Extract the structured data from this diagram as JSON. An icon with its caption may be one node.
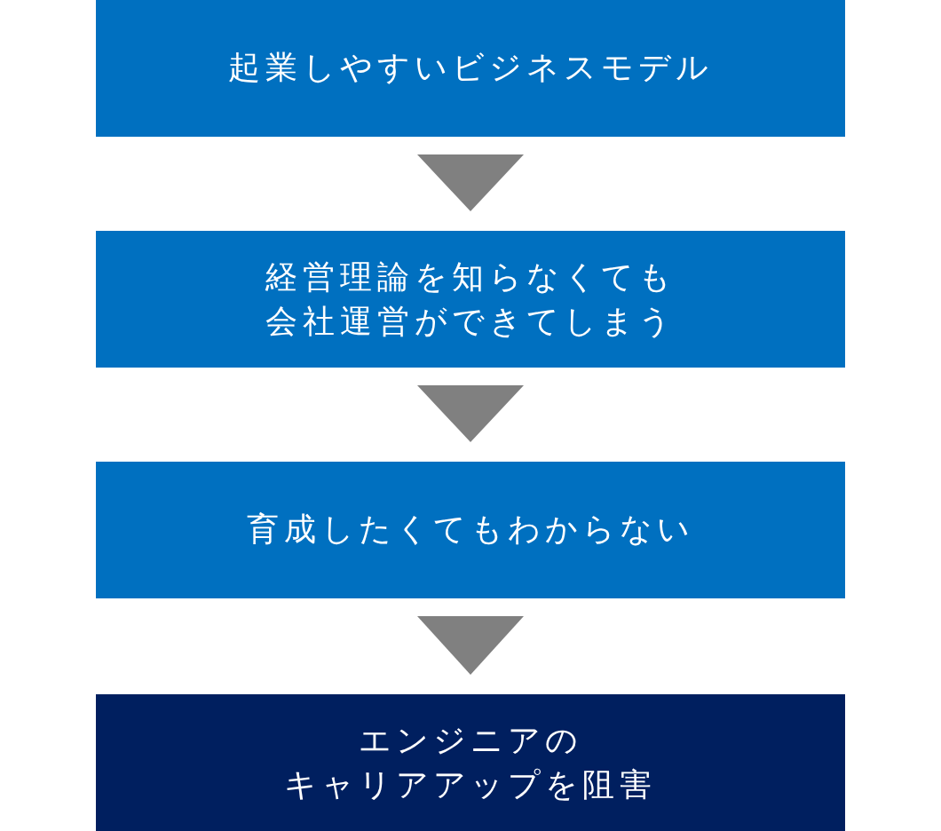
{
  "diagram": {
    "nodes": [
      {
        "text": [
          "起業しやすいビジネスモデル"
        ]
      },
      {
        "text": [
          "経営理論を知らなくても会社運営ができてしまう"
        ]
      },
      {
        "text": [
          "育成したくてもわからない"
        ]
      },
      {
        "text": [
          "エンジニアのキャリアアップを阻害"
        ]
      }
    ],
    "edges": [
      {
        "from": 0,
        "to": 1,
        "arrow": "to"
      },
      {
        "from": 1,
        "to": 2,
        "arrow": "to"
      },
      {
        "from": 2,
        "to": 3,
        "arrow": "to"
      }
    ]
  }
}
